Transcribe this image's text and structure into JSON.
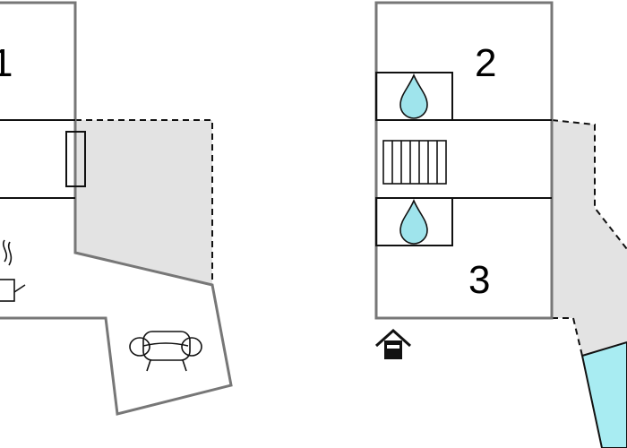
{
  "rooms": {
    "room_1": "1",
    "room_2": "2",
    "room_3": "3"
  },
  "colors": {
    "wall": "#777777",
    "terrace": "#e3e3e3",
    "pool": "#a8ecf2",
    "water": "#9fe4ec"
  },
  "icons": [
    "water-drop-icon",
    "stairs-icon",
    "entrance-icon",
    "sofa-icon",
    "barbecue-icon",
    "pool-icon"
  ]
}
